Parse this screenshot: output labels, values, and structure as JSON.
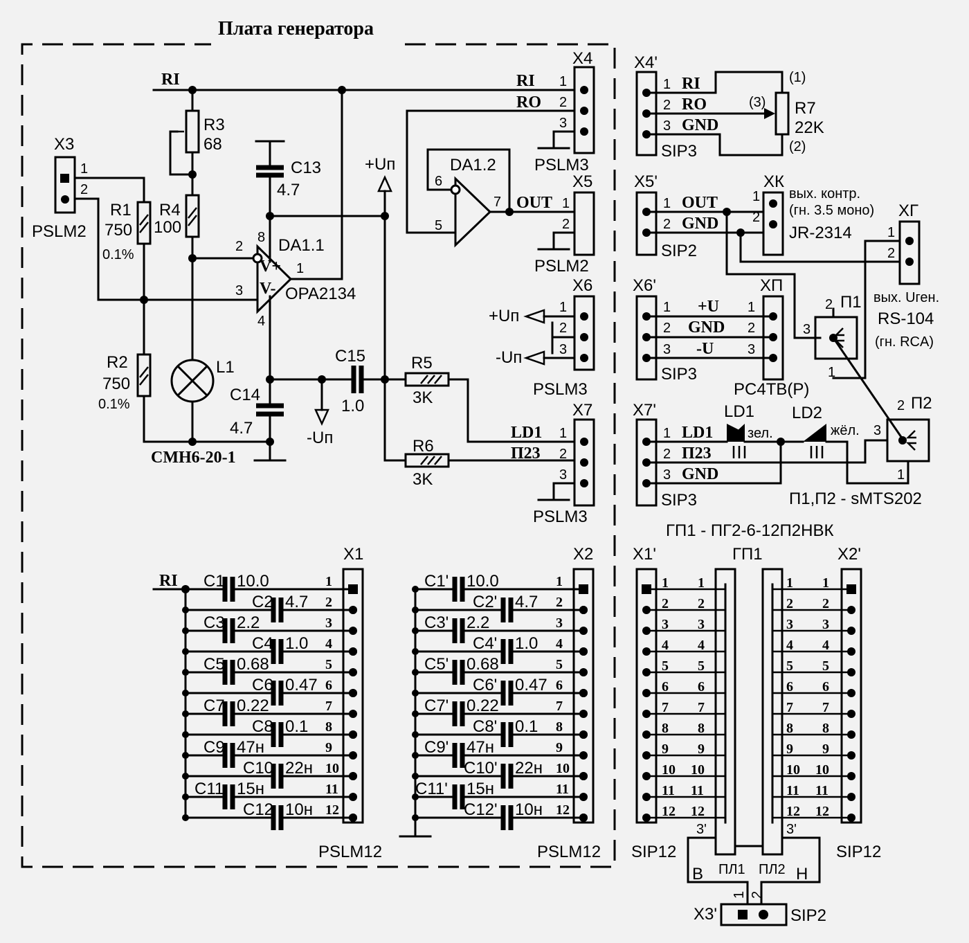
{
  "title": "Плата генератора",
  "board": {
    "x3": {
      "ref": "X3",
      "type": "PSLM2",
      "pins": [
        "1",
        "2"
      ]
    },
    "r1": {
      "ref": "R1",
      "value": "750",
      "tol": "0.1%"
    },
    "r2": {
      "ref": "R2",
      "value": "750",
      "tol": "0.1%"
    },
    "r3": {
      "ref": "R3",
      "value": "68"
    },
    "r4": {
      "ref": "R4",
      "value": "100"
    },
    "l1": {
      "ref": "L1",
      "type": "СМН6-20-1"
    },
    "c13": {
      "ref": "C13",
      "value": "4.7"
    },
    "c14": {
      "ref": "C14",
      "value": "4.7"
    },
    "c15": {
      "ref": "C15",
      "value": "1.0"
    },
    "r5": {
      "ref": "R5",
      "value": "3K"
    },
    "r6": {
      "ref": "R6",
      "value": "3K"
    },
    "da11": {
      "ref": "DA1.1",
      "type": "OPA2134",
      "pins": [
        "8",
        "2",
        "3",
        "1",
        "4"
      ],
      "vp": "V+",
      "vm": "V-"
    },
    "da12": {
      "ref": "DA1.2",
      "pins": [
        "6",
        "5",
        "7"
      ]
    },
    "ri": "RI",
    "upp": "+Uп",
    "unn": "-Uп",
    "x4": {
      "ref": "X4",
      "type": "PSLM3",
      "pins": [
        "1",
        "2",
        "3"
      ],
      "nets": [
        "RI",
        "RO"
      ]
    },
    "x5": {
      "ref": "X5",
      "type": "PSLM2",
      "pins": [
        "1",
        "2"
      ],
      "net": "OUT"
    },
    "x6": {
      "ref": "X6",
      "type": "PSLM3",
      "pins": [
        "1",
        "2",
        "3"
      ],
      "nets": [
        "+Uп",
        "-Uп"
      ]
    },
    "x7": {
      "ref": "X7",
      "type": "PSLM3",
      "pins": [
        "1",
        "2",
        "3"
      ],
      "nets": [
        "LD1",
        "П23"
      ]
    }
  },
  "x1": {
    "ref": "X1",
    "type": "PSLM12",
    "caps": [
      {
        "ref": "C1",
        "value": "10.0"
      },
      {
        "ref": "C2",
        "value": "4.7"
      },
      {
        "ref": "C3",
        "value": "2.2"
      },
      {
        "ref": "C4",
        "value": "1.0"
      },
      {
        "ref": "C5",
        "value": "0.68"
      },
      {
        "ref": "C6",
        "value": "0.47"
      },
      {
        "ref": "C7",
        "value": "0.22"
      },
      {
        "ref": "C8",
        "value": "0.1"
      },
      {
        "ref": "C9",
        "value": "47н"
      },
      {
        "ref": "C10",
        "value": "22н"
      },
      {
        "ref": "C11",
        "value": "15н"
      },
      {
        "ref": "C12",
        "value": "10н"
      }
    ]
  },
  "x2": {
    "ref": "X2",
    "type": "PSLM12",
    "caps": [
      {
        "ref": "C1'",
        "value": "10.0"
      },
      {
        "ref": "C2'",
        "value": "4.7"
      },
      {
        "ref": "C3'",
        "value": "2.2"
      },
      {
        "ref": "C4'",
        "value": "1.0"
      },
      {
        "ref": "C5'",
        "value": "0.68"
      },
      {
        "ref": "C6'",
        "value": "0.47"
      },
      {
        "ref": "C7'",
        "value": "0.22"
      },
      {
        "ref": "C8'",
        "value": "0.1"
      },
      {
        "ref": "C9'",
        "value": "47н"
      },
      {
        "ref": "C10'",
        "value": "22н"
      },
      {
        "ref": "C11'",
        "value": "15н"
      },
      {
        "ref": "C12'",
        "value": "10н"
      }
    ]
  },
  "pin_numbers": [
    "1",
    "2",
    "3",
    "4",
    "5",
    "6",
    "7",
    "8",
    "9",
    "10",
    "11",
    "12"
  ],
  "right": {
    "x4p": {
      "ref": "X4'",
      "type": "SIP3",
      "pins": [
        "1",
        "2",
        "3"
      ],
      "nets": [
        "RI",
        "RO",
        "GND"
      ]
    },
    "r7": {
      "ref": "R7",
      "value": "22K",
      "p1": "(1)",
      "p2": "(2)",
      "p3": "(3)"
    },
    "x5p": {
      "ref": "X5'",
      "type": "SIP2",
      "pins": [
        "1",
        "2"
      ],
      "nets": [
        "OUT",
        "GND"
      ]
    },
    "xk": {
      "ref": "ХК",
      "pins": [
        "1",
        "2"
      ],
      "desc1": "вых. контр.",
      "desc2": "(гн. 3.5 моно)",
      "type": "JR-2314"
    },
    "xg": {
      "ref": "ХГ",
      "pins": [
        "1",
        "2"
      ],
      "desc1": "вых. Uген.",
      "type": "RS-104",
      "desc2": "(гн. RCA)"
    },
    "x6p": {
      "ref": "X6'",
      "type": "SIP3",
      "pins": [
        "1",
        "2",
        "3"
      ],
      "nets": [
        "+U",
        "GND",
        "-U"
      ]
    },
    "xp": {
      "ref": "ХП",
      "pins": [
        "1",
        "2",
        "3"
      ],
      "type": "PC4TB(P)"
    },
    "p1": {
      "ref": "П1",
      "pins": [
        "2",
        "3",
        "1"
      ]
    },
    "p2": {
      "ref": "П2",
      "pins": [
        "2",
        "3",
        "1"
      ]
    },
    "x7p": {
      "ref": "X7'",
      "type": "SIP3",
      "pins": [
        "1",
        "2",
        "3"
      ],
      "nets": [
        "LD1",
        "П23",
        "GND"
      ]
    },
    "ld1": {
      "ref": "LD1",
      "color": "зел."
    },
    "ld2": {
      "ref": "LD2",
      "color": "жёл."
    },
    "switch_note": "П1,П2 - sMTS202",
    "gp_note": "ГП1 - ПГ2-6-12П2НВК",
    "x1p": {
      "ref": "X1'",
      "type": "SIP12"
    },
    "x2p": {
      "ref": "X2'",
      "type": "SIP12"
    },
    "gp1": {
      "ref": "ГП1",
      "pl1": "ПЛ1",
      "pl2": "ПЛ2",
      "b": "В",
      "h": "Н",
      "p3": "3'"
    },
    "x3p": {
      "ref": "X3'",
      "type": "SIP2",
      "pins": [
        "1",
        "2"
      ]
    }
  }
}
